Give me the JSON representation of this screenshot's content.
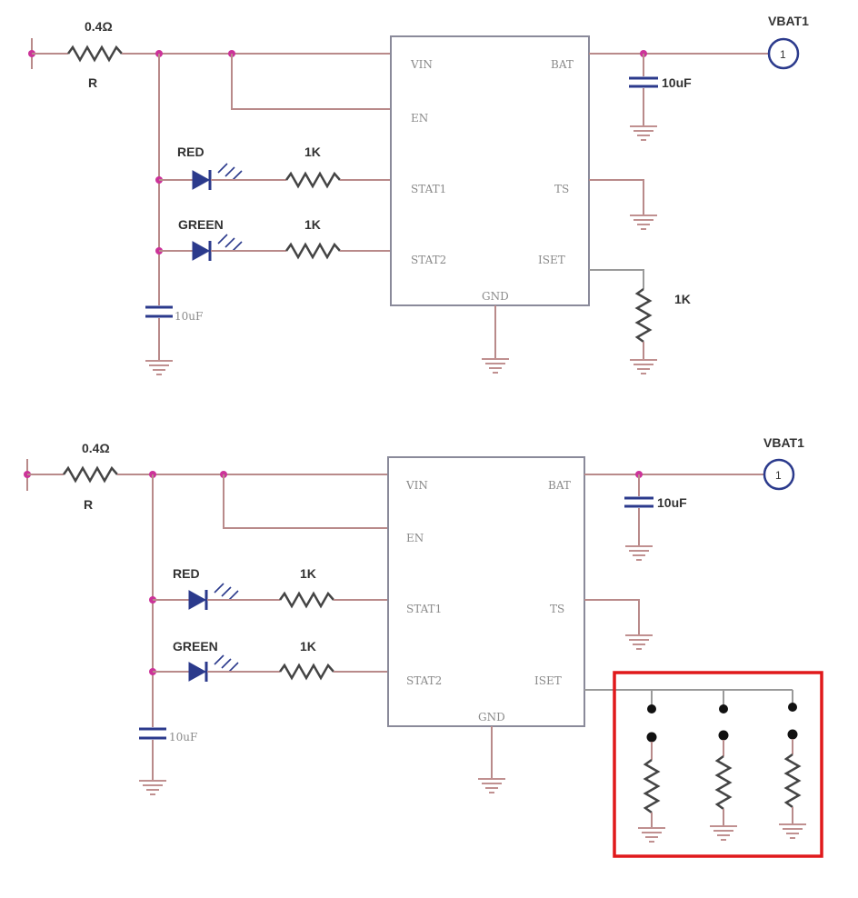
{
  "schematics": [
    {
      "id": "top",
      "resistor_value": "0.4Ω",
      "resistor_ref": "R",
      "output_label": "VBAT1",
      "output_pin_num": "1",
      "bat_cap_value": "10uF",
      "in_cap_value": "10uF",
      "led_red_label": "RED",
      "led_green_label": "GREEN",
      "led_red_res": "1K",
      "led_green_res": "1K",
      "iset_res": "1K",
      "chip_pins": {
        "vin": "VIN",
        "en": "EN",
        "stat1": "STAT1",
        "stat2": "STAT2",
        "bat": "BAT",
        "ts": "TS",
        "iset": "ISET",
        "gnd": "GND"
      }
    },
    {
      "id": "bottom",
      "resistor_value": "0.4Ω",
      "resistor_ref": "R",
      "output_label": "VBAT1",
      "output_pin_num": "1",
      "bat_cap_value": "10uF",
      "in_cap_value": "10uF",
      "led_red_label": "RED",
      "led_green_label": "GREEN",
      "led_red_res": "1K",
      "led_green_res": "1K",
      "chip_pins": {
        "vin": "VIN",
        "en": "EN",
        "stat1": "STAT1",
        "stat2": "STAT2",
        "bat": "BAT",
        "ts": "TS",
        "iset": "ISET",
        "gnd": "GND"
      },
      "highlight": {
        "color": "#e0191b",
        "selectable_resistor_count": 3
      }
    }
  ]
}
